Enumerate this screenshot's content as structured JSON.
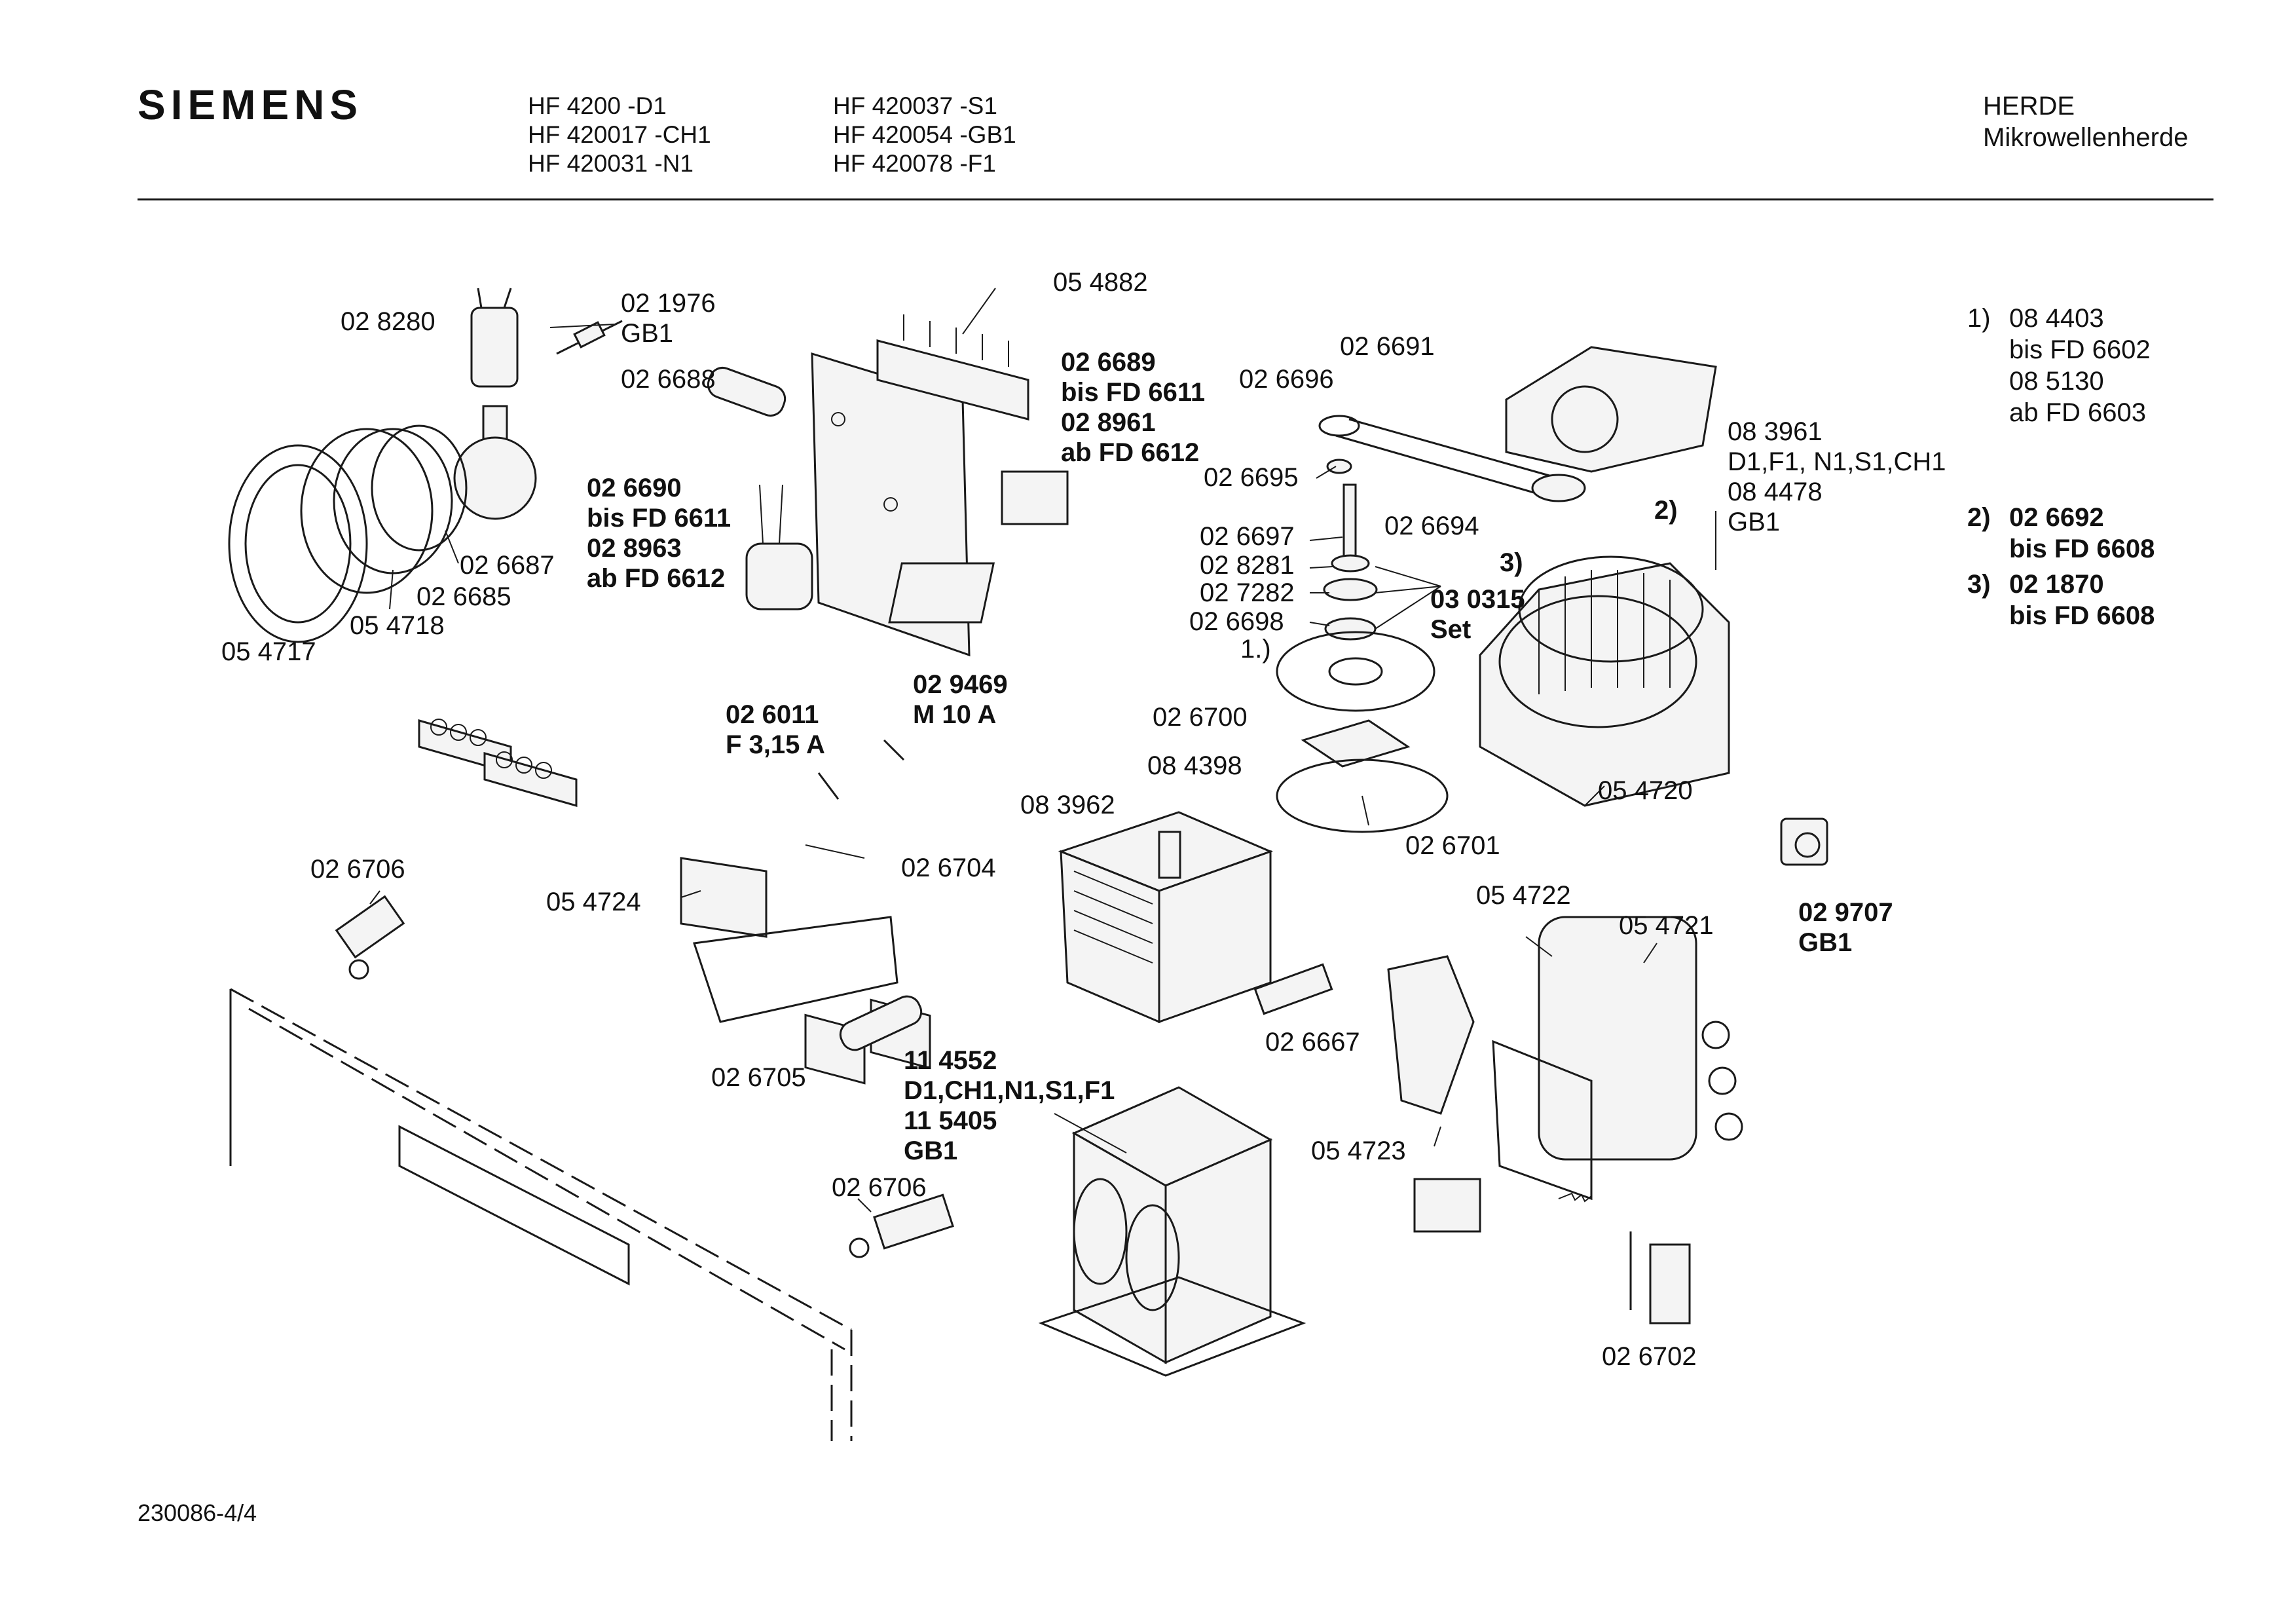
{
  "header": {
    "brand": "SIEMENS",
    "models_col1": [
      "HF 4200  -D1",
      "HF 420017  -CH1",
      "HF 420031  -N1"
    ],
    "models_col2": [
      "HF 420037  -S1",
      "HF 420054  -GB1",
      "HF 420078  -F1"
    ],
    "category": "HERDE",
    "subcategory": "Mikrowellenherde"
  },
  "parts": {
    "p028280": [
      "02 8280"
    ],
    "p021976": [
      "02 1976",
      "GB1"
    ],
    "p026688": [
      "02 6688"
    ],
    "p054882": [
      "05 4882"
    ],
    "p026689": [
      "02 6689",
      "bis FD 6611",
      "02 8961",
      "ab FD 6612"
    ],
    "p026690": [
      "02 6690",
      "bis FD 6611",
      "02 8963",
      "ab FD 6612"
    ],
    "p026687": [
      "02 6687"
    ],
    "p026685": [
      "02 6685"
    ],
    "p054718": [
      "05 4718"
    ],
    "p054717": [
      "05 4717"
    ],
    "p026691": [
      "02 6691"
    ],
    "p026696": [
      "02 6696"
    ],
    "p026695": [
      "02 6695"
    ],
    "p026694": [
      "02 6694"
    ],
    "p026697": [
      "02 6697"
    ],
    "p028281": [
      "02 8281"
    ],
    "p027282": [
      "02 7282"
    ],
    "p026698": [
      "02 6698"
    ],
    "p030315": [
      "03 0315",
      "Set"
    ],
    "p083961": [
      "08 3961",
      "D1,F1, N1,S1,CH1",
      "08 4478",
      "GB1"
    ],
    "note2": [
      "2)"
    ],
    "note3": [
      "3)"
    ],
    "note1": [
      "1.)"
    ],
    "p026700": [
      "02 6700"
    ],
    "p084398": [
      "08 4398"
    ],
    "p026701": [
      "02 6701"
    ],
    "p054720": [
      "05 4720"
    ],
    "p026011": [
      "02 6011",
      "F 3,15 A"
    ],
    "p029469": [
      "02 9469",
      "M 10 A"
    ],
    "p083962": [
      "08 3962"
    ],
    "p026706a": [
      "02 6706"
    ],
    "p054724": [
      "05 4724"
    ],
    "p026704": [
      "02 6704"
    ],
    "p026705": [
      "02 6705"
    ],
    "p026667": [
      "02 6667"
    ],
    "p054722": [
      "05 4722"
    ],
    "p054721": [
      "05 4721"
    ],
    "p029707": [
      "02 9707",
      "GB1"
    ],
    "p114552": [
      "11 4552",
      "D1,CH1,N1,S1,F1",
      "11 5405",
      "GB1"
    ],
    "p026706b": [
      "02 6706"
    ],
    "p054723": [
      "05 4723"
    ],
    "p026702": [
      "02 6702"
    ]
  },
  "notes": [
    {
      "num": "1)",
      "lines": [
        "08 4403",
        "bis FD 6602",
        "08 5130",
        "ab FD 6603"
      ]
    },
    {
      "num": "2)",
      "lines": [
        "02 6692",
        "bis FD 6608"
      ]
    },
    {
      "num": "3)",
      "lines": [
        "02 1870",
        "bis FD 6608"
      ]
    }
  ],
  "footer": {
    "doc_number": "230086-4/4"
  }
}
